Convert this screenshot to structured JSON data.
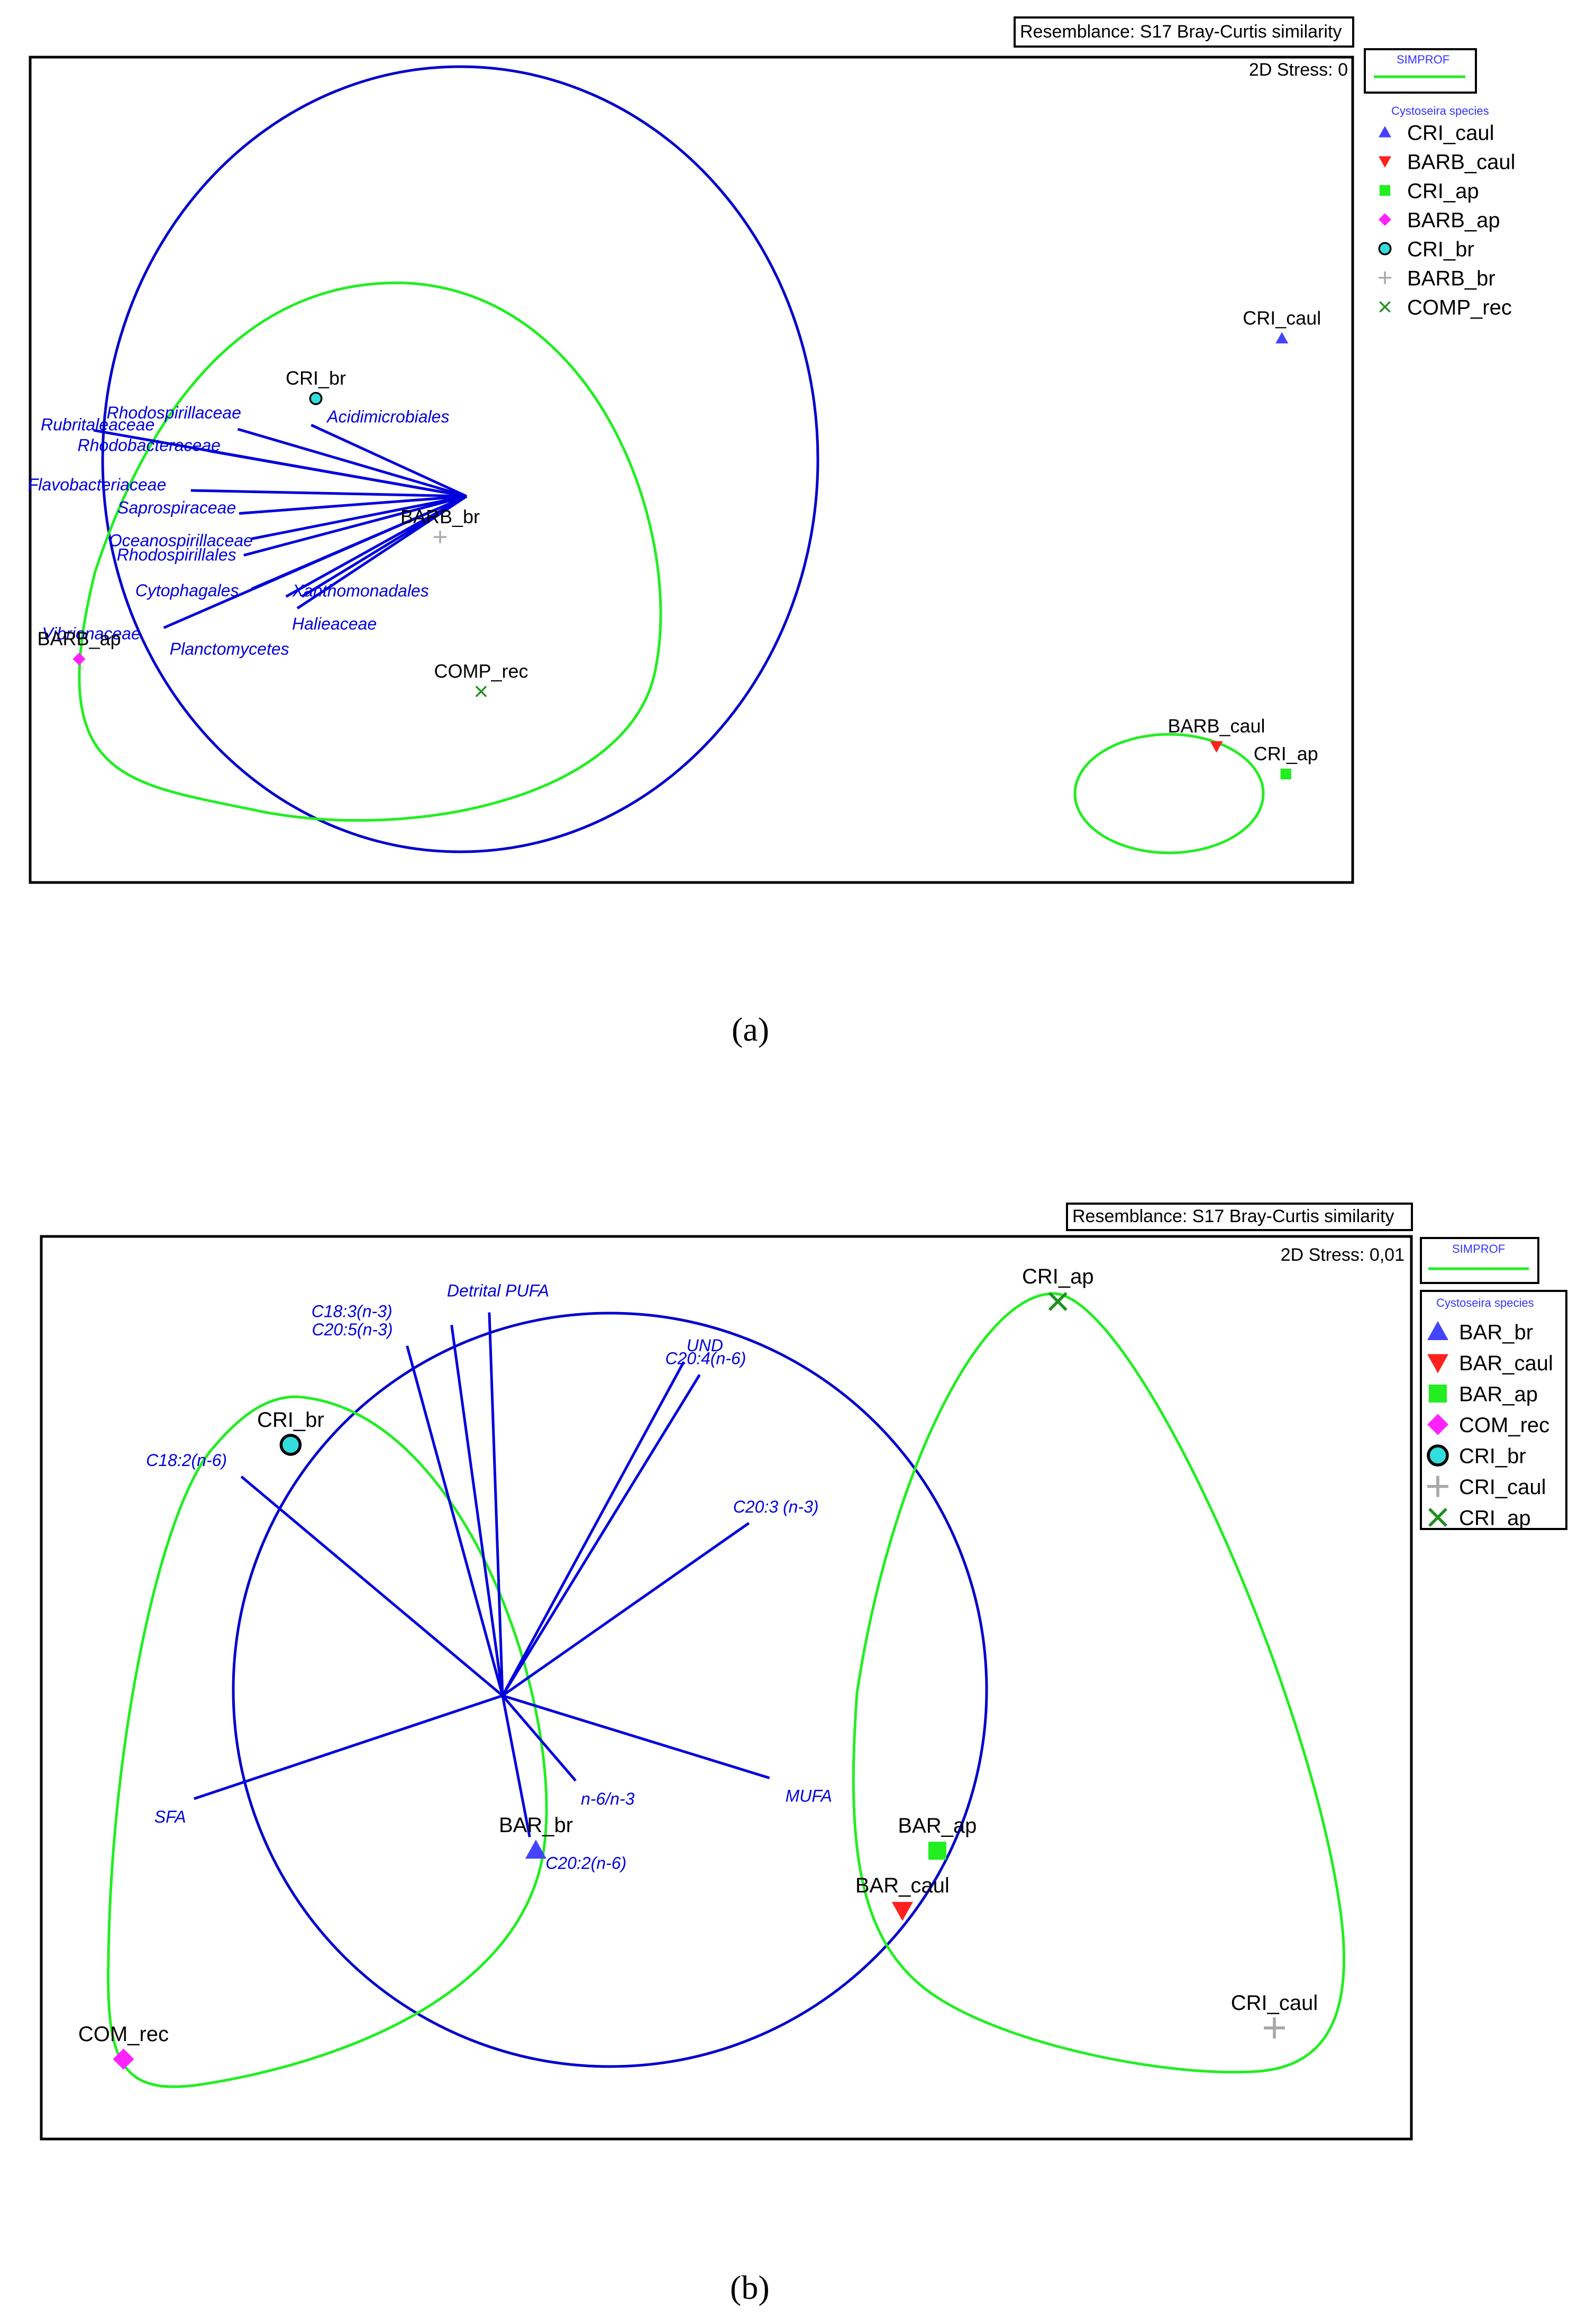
{
  "figure_labels": [
    "(a)",
    "(b)"
  ],
  "colors": {
    "arrow": "#0000dd",
    "circle": "#0000cc",
    "simprof": "#22ee22",
    "frame": "#000000",
    "legend_title": "#3333ff"
  },
  "chart_data": [
    {
      "type": "scatter",
      "panel": "(a)",
      "resemblance": "Resemblance: S17 Bray-Curtis similarity",
      "stress": "2D Stress: 0",
      "simprof_label": "SIMPROF",
      "legend_title": "Cystoseira species",
      "legend": [
        {
          "label": "CRI_caul",
          "marker": "triangle-up",
          "color": "#4444ff"
        },
        {
          "label": "BARB_caul",
          "marker": "triangle-down",
          "color": "#ff2020"
        },
        {
          "label": "CRI_ap",
          "marker": "square",
          "color": "#22ee22"
        },
        {
          "label": "BARB_ap",
          "marker": "diamond",
          "color": "#ff22ff"
        },
        {
          "label": "CRI_br",
          "marker": "circle",
          "color": "#33dddd"
        },
        {
          "label": "BARB_br",
          "marker": "plus",
          "color": "#a8a8a8"
        },
        {
          "label": "COMP_rec",
          "marker": "cross",
          "color": "#209020"
        }
      ],
      "points": [
        {
          "label": "CRI_caul",
          "x": 0.893,
          "y": 0.173
        },
        {
          "label": "BARB_caul",
          "x": 0.794,
          "y": -0.519
        },
        {
          "label": "CRI_ap",
          "x": 0.899,
          "y": -0.566
        },
        {
          "label": "BARB_ap",
          "x": -0.926,
          "y": -0.371
        },
        {
          "label": "CRI_br",
          "x": -0.568,
          "y": 0.071
        },
        {
          "label": "BARB_br",
          "x": -0.38,
          "y": -0.164
        },
        {
          "label": "COMP_rec",
          "x": -0.318,
          "y": -0.426
        }
      ],
      "vectors": [
        {
          "label": "Rubritaleaceae",
          "x": -0.904,
          "y": 0.017
        },
        {
          "label": "Rhodospirillaceae",
          "x": -0.686,
          "y": 0.019
        },
        {
          "label": "Rhodobacteraceae",
          "x": -0.73,
          "y": -0.018
        },
        {
          "label": "Acidimicrobiales",
          "x": -0.575,
          "y": 0.026
        },
        {
          "label": "Flavobacteriaceae",
          "x": -0.757,
          "y": -0.085
        },
        {
          "label": "Saprospiraceae",
          "x": -0.684,
          "y": -0.124
        },
        {
          "label": "Oceanospirillaceae",
          "x": -0.665,
          "y": -0.167
        },
        {
          "label": "Rhodospirillales",
          "x": -0.677,
          "y": -0.195
        },
        {
          "label": "Cytophagales",
          "x": -0.665,
          "y": -0.252
        },
        {
          "label": "Xanthomonadales",
          "x": -0.589,
          "y": -0.265
        },
        {
          "label": "Halieaceae",
          "x": -0.596,
          "y": -0.285
        },
        {
          "label": "Vibrionaceae",
          "x": -0.798,
          "y": -0.318
        },
        {
          "label": "Planctomycetes",
          "x": -0.613,
          "y": -0.265
        }
      ],
      "xlim": [
        -1.0,
        1.0
      ],
      "ylim": [
        -0.75,
        0.65
      ],
      "grid": false,
      "legend_position": "right"
    },
    {
      "type": "scatter",
      "panel": "(b)",
      "resemblance": "Resemblance: S17 Bray-Curtis similarity",
      "stress": "2D Stress: 0,01",
      "simprof_label": "SIMPROF",
      "legend_title": "Cystoseira species",
      "legend": [
        {
          "label": "BAR_br",
          "marker": "triangle-up",
          "color": "#4444ff"
        },
        {
          "label": "BAR_caul",
          "marker": "triangle-down",
          "color": "#ff2020"
        },
        {
          "label": "BAR_ap",
          "marker": "square",
          "color": "#22ee22"
        },
        {
          "label": "COM_rec",
          "marker": "diamond",
          "color": "#ff22ff"
        },
        {
          "label": "CRI_br",
          "marker": "circle",
          "color": "#33dddd"
        },
        {
          "label": "CRI_caul",
          "marker": "plus",
          "color": "#a8a8a8"
        },
        {
          "label": "CRI_ap",
          "marker": "cross",
          "color": "#209020"
        }
      ],
      "points": [
        {
          "label": "CRI_ap",
          "x": 0.484,
          "y": 0.631
        },
        {
          "label": "CRI_br",
          "x": -0.636,
          "y": 0.369
        },
        {
          "label": "BAR_br",
          "x": -0.278,
          "y": -0.372
        },
        {
          "label": "BAR_ap",
          "x": 0.308,
          "y": -0.373
        },
        {
          "label": "BAR_caul",
          "x": 0.257,
          "y": -0.482
        },
        {
          "label": "COM_rec",
          "x": -0.88,
          "y": -0.754
        },
        {
          "label": "CRI_caul",
          "x": 0.8,
          "y": -0.697
        }
      ],
      "vectors": [
        {
          "label": "C18:3(n-3)",
          "x": -0.401,
          "y": 0.588
        },
        {
          "label": "Detrital PUFA",
          "x": -0.346,
          "y": 0.611
        },
        {
          "label": "C20:5(n-3)",
          "x": -0.466,
          "y": 0.55
        },
        {
          "label": "UND",
          "x": -0.062,
          "y": 0.521
        },
        {
          "label": "C20:4(n-6)",
          "x": -0.039,
          "y": 0.497
        },
        {
          "label": "C18:2(n-6)",
          "x": -0.708,
          "y": 0.311
        },
        {
          "label": "C20:3 (n-3)",
          "x": 0.033,
          "y": 0.226
        },
        {
          "label": "SFA",
          "x": -0.777,
          "y": -0.278
        },
        {
          "label": "n-6/n-3",
          "x": -0.22,
          "y": -0.245
        },
        {
          "label": "MUFA",
          "x": 0.063,
          "y": -0.24
        },
        {
          "label": "C20:2(n-6)",
          "x": -0.287,
          "y": -0.348
        }
      ],
      "xlim": [
        -1.0,
        1.0
      ],
      "ylim": [
        -0.9,
        0.75
      ],
      "grid": false,
      "legend_position": "right"
    }
  ]
}
